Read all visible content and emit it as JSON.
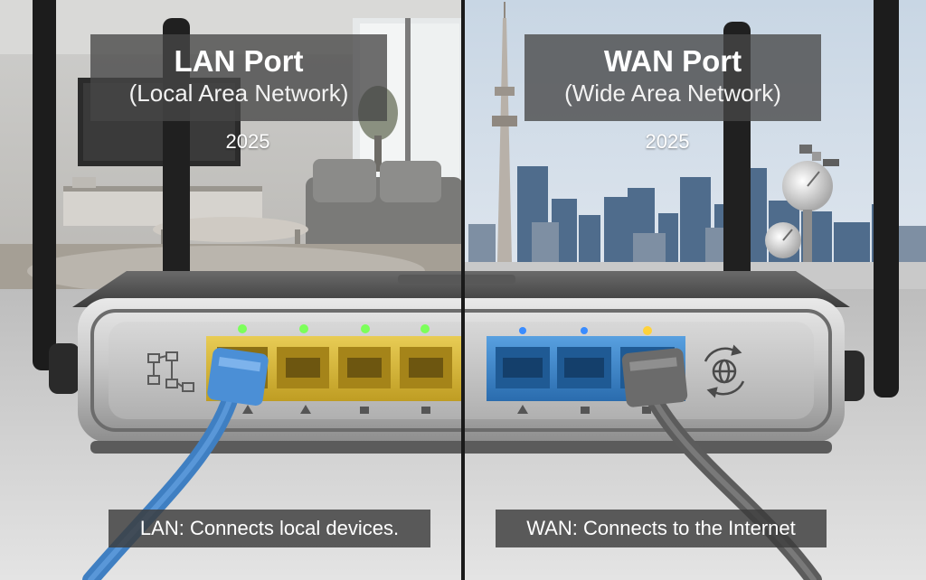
{
  "lan": {
    "title": "LAN Port",
    "subtitle": "(Local Area Network)",
    "year": "2025",
    "caption": "LAN: Connects local devices."
  },
  "wan": {
    "title": "WAN Port",
    "subtitle": "(Wide Area Network)",
    "year": "2025",
    "caption": "WAN: Connects to the Internet"
  },
  "colors": {
    "lan_port": "#d9b93a",
    "wan_port": "#3a83c8",
    "lan_cable": "#4b8fd6",
    "wan_cable": "#6b6b6b",
    "led_green": "#7cff5a",
    "led_blue": "#3a8cff",
    "led_yellow": "#ffd23a"
  },
  "icons": {
    "lan_side": "network-topology-icon",
    "wan_side": "globe-sync-icon"
  }
}
